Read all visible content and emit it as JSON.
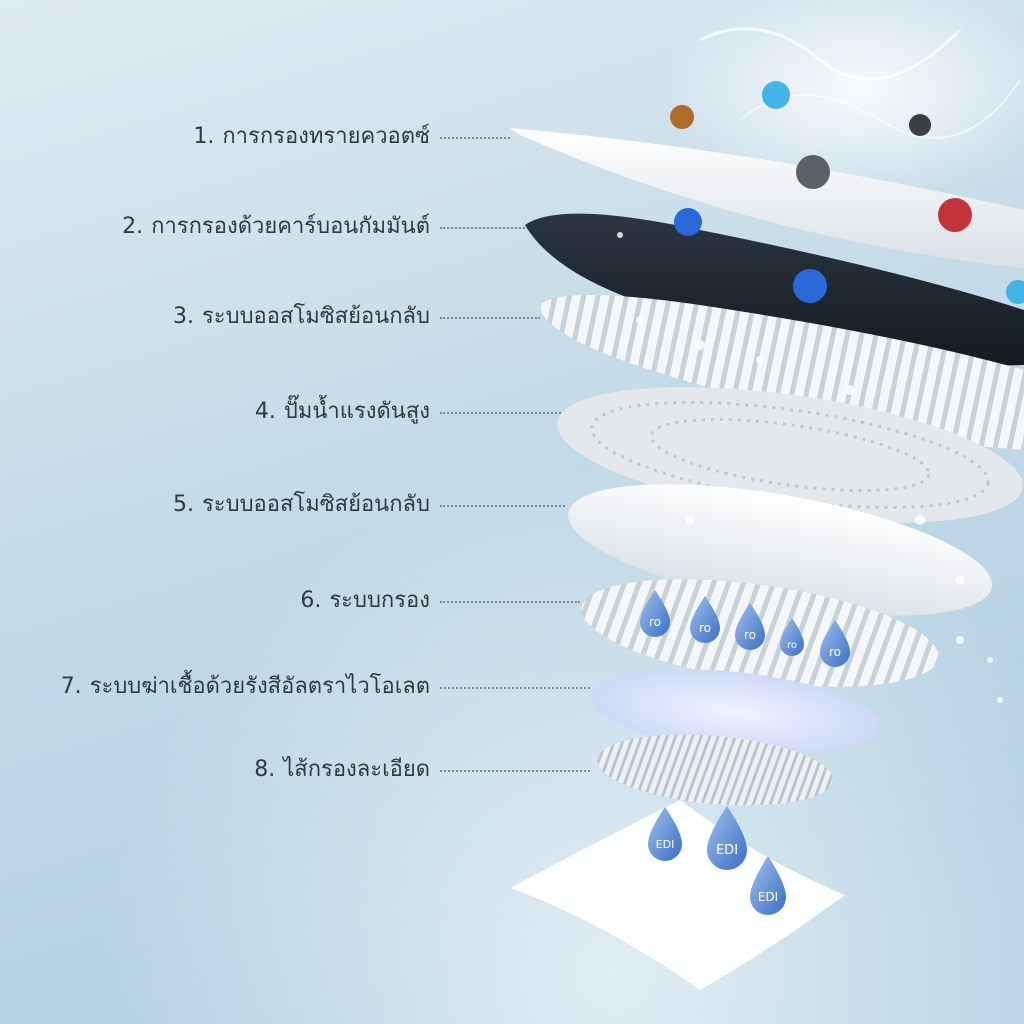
{
  "layers": [
    {
      "number": "1.",
      "text": "การกรองทรายควอตซ์"
    },
    {
      "number": "2.",
      "text": "การกรองด้วยคาร์บอนกัมมันต์"
    },
    {
      "number": "3.",
      "text": "ระบบออสโมซิสย้อนกลับ"
    },
    {
      "number": "4.",
      "text": "ปั๊มน้ำแรงดันสูง"
    },
    {
      "number": "5.",
      "text": "ระบบออสโมซิสย้อนกลับ"
    },
    {
      "number": "6.",
      "text": "ระบบกรอง"
    },
    {
      "number": "7.",
      "text": "ระบบฆ่าเชื้อด้วยรังสีอัลตราไวโอเลต"
    },
    {
      "number": "8.",
      "text": "ไส้กรองละเอียด"
    }
  ],
  "drop_labels": {
    "ro": "ro",
    "edi": "EDI"
  },
  "colors": {
    "background_light": "#dbe8f0",
    "background_dark": "#a9cbe0",
    "carbon": "#1f2a33",
    "uv_glow": "#e6ecfb",
    "drop": "#5b8fd6",
    "particle_blue": "#2a6ad8",
    "particle_red": "#c0343a",
    "particle_brown": "#b06a2a"
  }
}
